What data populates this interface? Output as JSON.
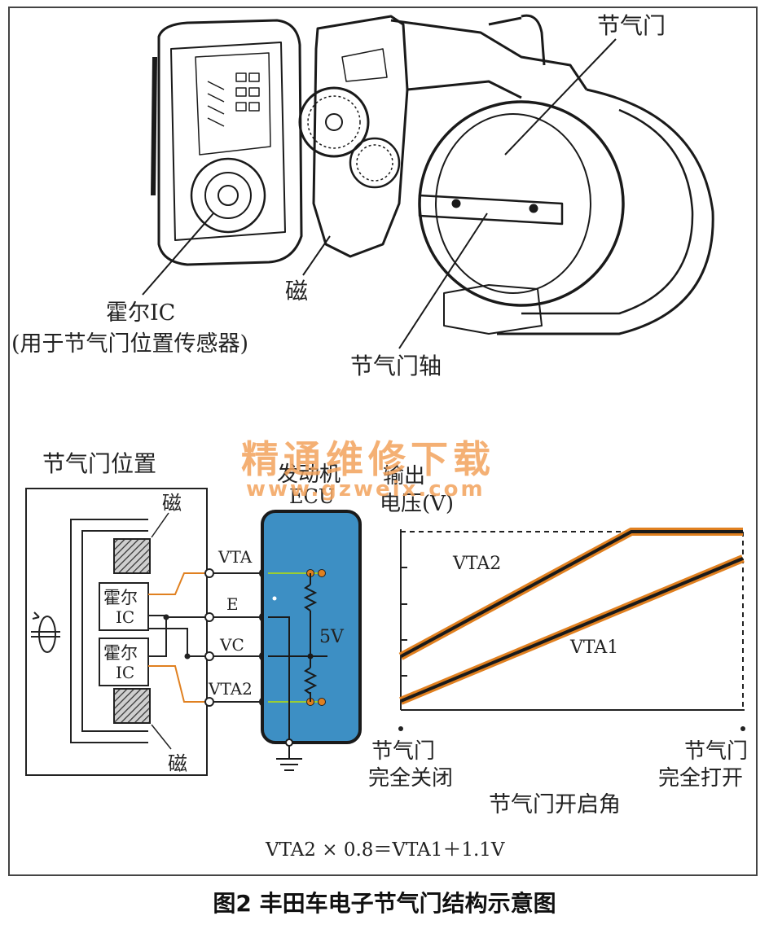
{
  "labels": {
    "throttle_top": "节气门",
    "hall_ic": "霍尔IC",
    "hall_ic_note": "(用于节气门位置传感器)",
    "magnet_top": "磁",
    "throttle_shaft": "节气门轴",
    "position_title": "节气门位置",
    "magnet_upper": "磁",
    "magnet_lower": "磁",
    "hall_upper_1": "霍尔",
    "hall_upper_2": "IC",
    "hall_lower_1": "霍尔",
    "hall_lower_2": "IC",
    "pin_vta": "VTA",
    "pin_e": "E",
    "pin_vc": "VC",
    "pin_vta2": "VTA2",
    "ecu_1": "发动机",
    "ecu_2": "ECU",
    "ecu_volt": "5V",
    "yaxis_1": "输出",
    "yaxis_2": "电压(V)",
    "series_vta2": "VTA2",
    "series_vta1": "VTA1",
    "x_left_1": "节气门",
    "x_left_2": "完全关闭",
    "x_right_1": "节气门",
    "x_right_2": "完全打开",
    "xaxis": "节气门开启角",
    "formula": "VTA2 × 0.8＝VTA1＋1.1V"
  },
  "watermark": {
    "line1": "精通维修下载",
    "line2": "www.gzweix.com"
  },
  "caption": "图2 丰田车电子节气门结构示意图",
  "colors": {
    "ecu_fill": "#3d8fc4",
    "line_orange": "#e08020",
    "watermark": "#f3a35c"
  },
  "chart_data": {
    "type": "line",
    "x": [
      "节气门完全关闭",
      "节气门完全打开"
    ],
    "series": [
      {
        "name": "VTA2",
        "values": [
          0.3,
          1.0
        ],
        "note_saturates": true
      },
      {
        "name": "VTA1",
        "values": [
          0.05,
          0.85
        ]
      }
    ]
  }
}
